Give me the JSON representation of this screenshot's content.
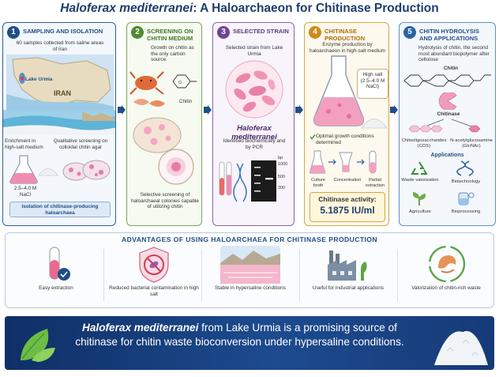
{
  "title": {
    "italic_part": "Haloferax mediterranei",
    "rest": ": A Haloarchaeon for Chitinase Production"
  },
  "panels": {
    "p1": {
      "number": "1",
      "title": "Sampling and isolation",
      "desc": "60 samples collected from saline areas of Iran",
      "map_lake_label": "Lake Urmia",
      "map_country_label": "IRAN",
      "enrich_label": "Enrichment in high-salt medium",
      "nacl_label": "2.5–4.0 M NaCl",
      "screen_label": "Qualitative screening on colloidal chitin agar",
      "result": "Isolation of chitinase-producing haloarchaea"
    },
    "p2": {
      "number": "2",
      "title": "Screening on chitin medium",
      "desc": "Growth on chitin as the only carbon source",
      "chitin_label": "Chitin",
      "bottom": "Selective screening of haloarchaeal colonies capable of utilizing chitin"
    },
    "p3": {
      "number": "3",
      "title": "Selected strain",
      "desc": "Selected strain from Lake Urmia",
      "strain": "Haloferax mediterranei",
      "identified": "Identified biochemically and by PCR",
      "ladder": [
        "1000",
        "500",
        "300",
        "bp"
      ]
    },
    "p4": {
      "number": "4",
      "title": "Chitinase production",
      "desc": "Enzyme production by haloarchaeon in high-salt medium",
      "high_salt": "High salt (2.5–4.0 M NaCl)",
      "optimal": "Optimal growth conditions determined",
      "steps": [
        "Culture broth",
        "Concentration",
        "Partial extraction"
      ],
      "activity_label": "Chitinase activity:",
      "activity_value": "5.1875 IU/ml"
    },
    "p5": {
      "number": "5",
      "title": "Chitin hydrolysis and applications",
      "desc": "Hydrolysis of chitin, the second most abundant biopolymer after cellulose",
      "chitin_label": "Chitin",
      "enzyme_label": "Chitinase",
      "product1": "Chitooligosaccharides (COS)",
      "product2": "N-acetylglucosamine (GlcNAc)",
      "applications_title": "Applications",
      "apps": [
        "Waste valorization",
        "Biotechnology",
        "Agriculture",
        "Bioprocessing"
      ]
    }
  },
  "advantages": {
    "title": "Advantages of using haloarchaea for chitinase production",
    "items": [
      "Easy extraction",
      "Reduced bacterial contamination in high salt",
      "Stable in hypersaline conditions",
      "Useful for industrial applications",
      "Valorization of chitin-rich waste"
    ]
  },
  "banner": {
    "italic_part": "Haloferax mediterranei",
    "text": " from Lake Urmia is a promising source of chitinase for chitin waste bioconversion under hypersaline conditions."
  },
  "colors": {
    "navy": "#1f3d6d",
    "panel1": "#1f4f86",
    "panel2": "#4f8a30",
    "panel3": "#6e4596",
    "panel4": "#d08a18",
    "panel5": "#2b63a8",
    "pink": "#e77fa6"
  }
}
